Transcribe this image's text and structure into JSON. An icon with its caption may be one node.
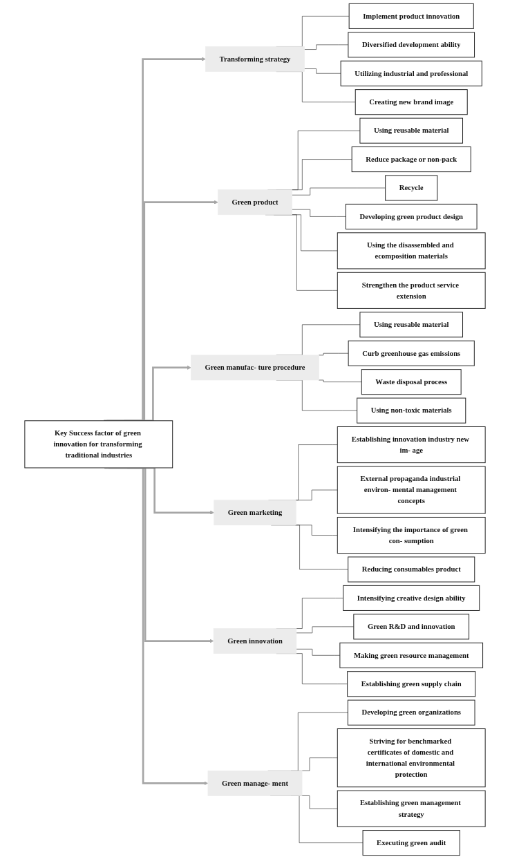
{
  "diagram": {
    "nodes": [
      {
        "text": [
          "Key Success factor of green innovation for transforming traditional industries"
        ]
      },
      {
        "text": [
          "Transforming strategy"
        ]
      },
      {
        "text": [
          "Implement product innovation"
        ]
      },
      {
        "text": [
          "Diversified development ability"
        ]
      },
      {
        "text": [
          "Utilizing industrial and professional"
        ]
      },
      {
        "text": [
          "Creating new brand image"
        ]
      },
      {
        "text": [
          "Green product"
        ]
      },
      {
        "text": [
          "Using reusable material"
        ]
      },
      {
        "text": [
          "Reduce package or non-pack"
        ]
      },
      {
        "text": [
          "Recycle"
        ]
      },
      {
        "text": [
          "Developing green product design"
        ]
      },
      {
        "text": [
          "Using the disassembled and ecomposition materials"
        ]
      },
      {
        "text": [
          "Strengthen the product service extension"
        ]
      },
      {
        "text": [
          "Green manufac- ture procedure"
        ]
      },
      {
        "text": [
          "Using reusable material"
        ]
      },
      {
        "text": [
          "Curb greenhouse gas emissions"
        ]
      },
      {
        "text": [
          "Waste disposal process"
        ]
      },
      {
        "text": [
          "Using non-toxic materials"
        ]
      },
      {
        "text": [
          "Green marketing"
        ]
      },
      {
        "text": [
          "Establishing innovation industry new im- age"
        ]
      },
      {
        "text": [
          "External propaganda industrial environ- mental management concepts"
        ]
      },
      {
        "text": [
          "Intensifying the importance of green con- sumption"
        ]
      },
      {
        "text": [
          "Reducing consumables product"
        ]
      },
      {
        "text": [
          "Green innovation"
        ]
      },
      {
        "text": [
          "Intensifying creative design ability"
        ]
      },
      {
        "text": [
          "Green R&D and innovation"
        ]
      },
      {
        "text": [
          "Making green resource management"
        ]
      },
      {
        "text": [
          "Establishing green supply chain"
        ]
      },
      {
        "text": [
          "Green manage- ment"
        ]
      },
      {
        "text": [
          "Developing green organizations"
        ]
      },
      {
        "text": [
          "Striving for benchmarked certificates of domestic and international environmental protection"
        ]
      },
      {
        "text": [
          "Establishing green management strategy"
        ]
      },
      {
        "text": [
          "Executing green audit"
        ]
      }
    ],
    "edges": [
      {
        "from": 0,
        "to": 1,
        "arrow": "to",
        "style": "thick",
        "color": "#a6a6a6"
      },
      {
        "from": 1,
        "to": 2,
        "arrow": "none"
      },
      {
        "from": 1,
        "to": 3,
        "arrow": "none"
      },
      {
        "from": 1,
        "to": 4,
        "arrow": "none"
      },
      {
        "from": 1,
        "to": 5,
        "arrow": "none"
      },
      {
        "from": 0,
        "to": 6,
        "arrow": "to",
        "style": "thick",
        "color": "#a6a6a6"
      },
      {
        "from": 6,
        "to": 7,
        "arrow": "none"
      },
      {
        "from": 6,
        "to": 8,
        "arrow": "none"
      },
      {
        "from": 6,
        "to": 9,
        "arrow": "none"
      },
      {
        "from": 6,
        "to": 10,
        "arrow": "none"
      },
      {
        "from": 6,
        "to": 11,
        "arrow": "none"
      },
      {
        "from": 6,
        "to": 12,
        "arrow": "none"
      },
      {
        "from": 0,
        "to": 13,
        "arrow": "to",
        "style": "thick",
        "color": "#a6a6a6"
      },
      {
        "from": 13,
        "to": 14,
        "arrow": "none"
      },
      {
        "from": 13,
        "to": 15,
        "arrow": "none"
      },
      {
        "from": 13,
        "to": 16,
        "arrow": "none"
      },
      {
        "from": 13,
        "to": 17,
        "arrow": "none"
      },
      {
        "from": 0,
        "to": 18,
        "arrow": "to",
        "style": "thick",
        "color": "#a6a6a6"
      },
      {
        "from": 18,
        "to": 19,
        "arrow": "none"
      },
      {
        "from": 18,
        "to": 20,
        "arrow": "none"
      },
      {
        "from": 18,
        "to": 21,
        "arrow": "none"
      },
      {
        "from": 18,
        "to": 22,
        "arrow": "none"
      },
      {
        "from": 0,
        "to": 23,
        "arrow": "to",
        "style": "thick",
        "color": "#a6a6a6"
      },
      {
        "from": 23,
        "to": 24,
        "arrow": "none"
      },
      {
        "from": 23,
        "to": 25,
        "arrow": "none"
      },
      {
        "from": 23,
        "to": 26,
        "arrow": "none"
      },
      {
        "from": 23,
        "to": 27,
        "arrow": "none"
      },
      {
        "from": 0,
        "to": 28,
        "arrow": "to",
        "style": "thick",
        "color": "#a6a6a6"
      },
      {
        "from": 28,
        "to": 29,
        "arrow": "none"
      },
      {
        "from": 28,
        "to": 30,
        "arrow": "none"
      },
      {
        "from": 28,
        "to": 31,
        "arrow": "none"
      },
      {
        "from": 28,
        "to": 32,
        "arrow": "none"
      }
    ]
  }
}
